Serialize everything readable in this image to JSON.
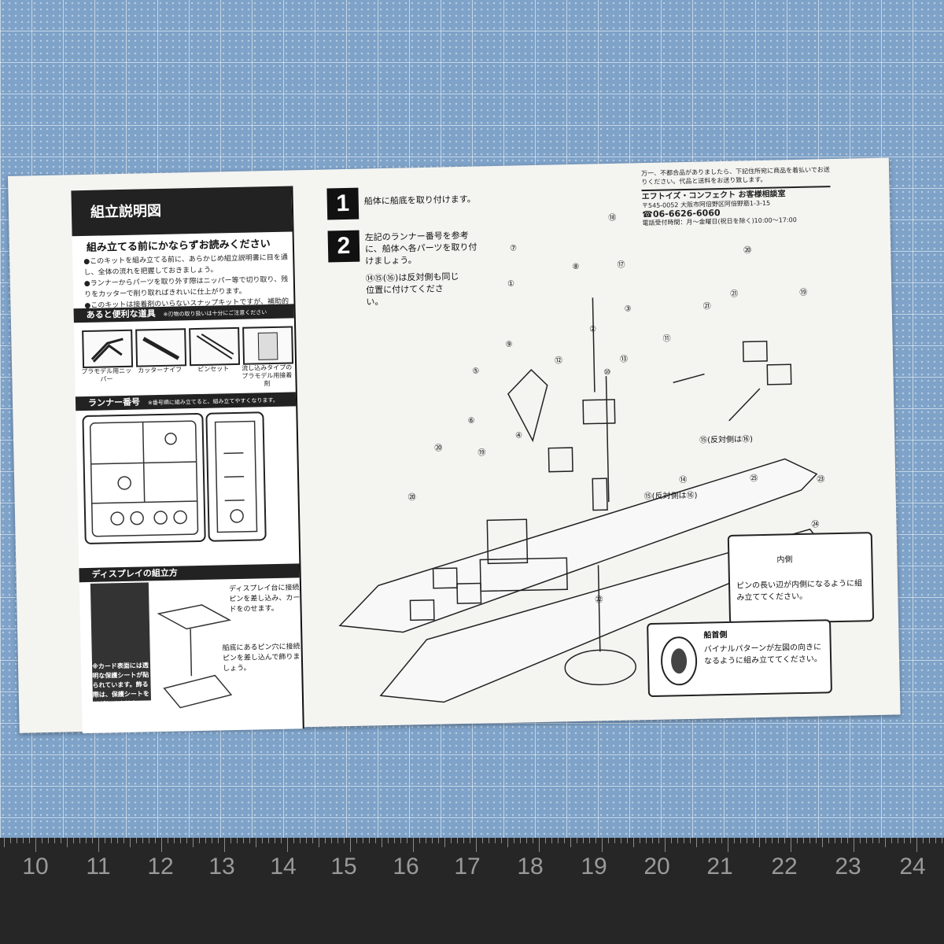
{
  "left_panel": {
    "title": "組立説明図",
    "subhead": "組み立てる前にかならずお読みください",
    "bullets": [
      "●このキットを組み立てる前に、あらかじめ組立説明書に目を通し、全体の流れを把握しておきましょう。",
      "●ランナーからパーツを取り外す際はニッパー等で切り取り、残りをカッターで削り取ればきれいに仕上がります。",
      "●このキットは接着剤のいらないスナップキットですが、補助的に接着剤を使用するより確実に組み立てることができます。"
    ],
    "tools_header": "あると便利な道具",
    "tools_note": "※刃物の取り扱いは十分にご注意ください",
    "tools": [
      "プラモデル用ニッパー",
      "カッターナイフ",
      "ピンセット",
      "流し込みタイプのプラモデル用接着剤"
    ],
    "runner_header": "ランナー番号",
    "runner_note": "※番号順に組み立てると、組み立てやすくなります。",
    "display_header": "ディスプレイの組立方",
    "display_text_1": "ディスプレイ台に接続ピンを差し込み、カードをのせます。",
    "display_text_2": "船底にあるピン穴に接続ピンを差し込んで飾りましょう。",
    "card_note": "※カード表面には透明な保護シートが貼られています。飾る際は、保護シートをはがしてください。"
  },
  "steps": [
    {
      "number": "1",
      "text": "船体に船底を取り付けます。"
    },
    {
      "number": "2",
      "text": "左記のランナー番号を参考に、船体へ各パーツを取り付けましょう。"
    }
  ],
  "step_note": "⑭⑮(⑯)は反対側も同じ位置に付けてください。",
  "callout_reverse": "⑮(反対側は⑯)",
  "contact": {
    "intro": "万一、不都合品がありましたら、下記住所宛に商品を着払いでお送りください。代品と送料をお送り致します。",
    "name": "エフトイズ・コンフェクト お客様相談室",
    "address": "〒545-0052 大阪市阿倍野区阿倍野筋1-3-15",
    "tel": "☎06-6626-6060",
    "hours": "電話受付時間：月～金曜日(祝日を除く)10:00～17:00"
  },
  "pin_box": {
    "inner_label": "内側",
    "text": "ピンの長い辺が内側になるように組み立ててください。"
  },
  "bow_box": {
    "header": "船首側",
    "text": "バイナルパターンが左図の向きになるように組み立ててください。"
  },
  "part_numbers": [
    "①",
    "②",
    "③",
    "④",
    "⑤",
    "⑥",
    "⑦",
    "⑧",
    "⑨",
    "⑩",
    "⑪",
    "⑫",
    "⑬",
    "⑭",
    "⑮",
    "⑯",
    "⑰",
    "⑱",
    "⑲",
    "⑳",
    "㉑",
    "㉒",
    "㉓",
    "㉔",
    "㉕"
  ],
  "ruler_labels": [
    "10",
    "11",
    "12",
    "13",
    "14",
    "15",
    "16",
    "17",
    "18",
    "19",
    "20",
    "21",
    "22",
    "23",
    "24"
  ]
}
